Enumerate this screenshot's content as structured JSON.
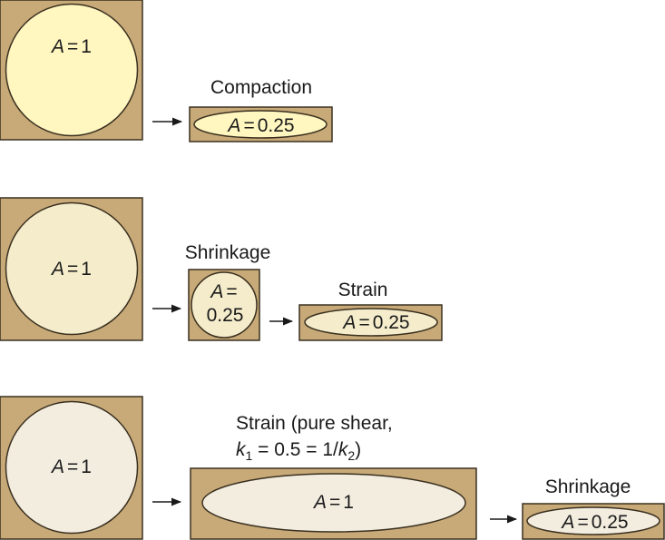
{
  "colors": {
    "matrix": "#c8aa78",
    "outline": "#3a3020",
    "arrow": "#1a1a1a",
    "row1_grain": "#fff6c0",
    "row2_grain": "#f4eccb",
    "row3_grain": "#f3ede0"
  },
  "rows": [
    {
      "initial": {
        "area_label": {
          "var": "A",
          "eq": "=",
          "val": "1"
        }
      },
      "steps": [
        {
          "title": "Compaction",
          "area_label": {
            "var": "A",
            "eq": "=",
            "val": "0.25"
          }
        }
      ]
    },
    {
      "initial": {
        "area_label": {
          "var": "A",
          "eq": "=",
          "val": "1"
        }
      },
      "steps": [
        {
          "title": "Shrinkage",
          "area_label": {
            "var": "A",
            "eq": "=",
            "val": "0.25"
          }
        },
        {
          "title": "Strain",
          "area_label": {
            "var": "A",
            "eq": "=",
            "val": "0.25"
          }
        }
      ]
    },
    {
      "initial": {
        "area_label": {
          "var": "A",
          "eq": "=",
          "val": "1"
        }
      },
      "steps": [
        {
          "title": "Strain (pure shear,",
          "title_line2": {
            "k1_var": "k",
            "k1_sub": "1",
            "expr_mid": " = 0.5 = 1/",
            "k2_var": "k",
            "k2_sub": "2",
            "close": ")"
          },
          "area_label": {
            "var": "A",
            "eq": "=",
            "val": "1"
          }
        },
        {
          "title": "Shrinkage",
          "area_label": {
            "var": "A",
            "eq": "=",
            "val": "0.25"
          }
        }
      ]
    }
  ]
}
